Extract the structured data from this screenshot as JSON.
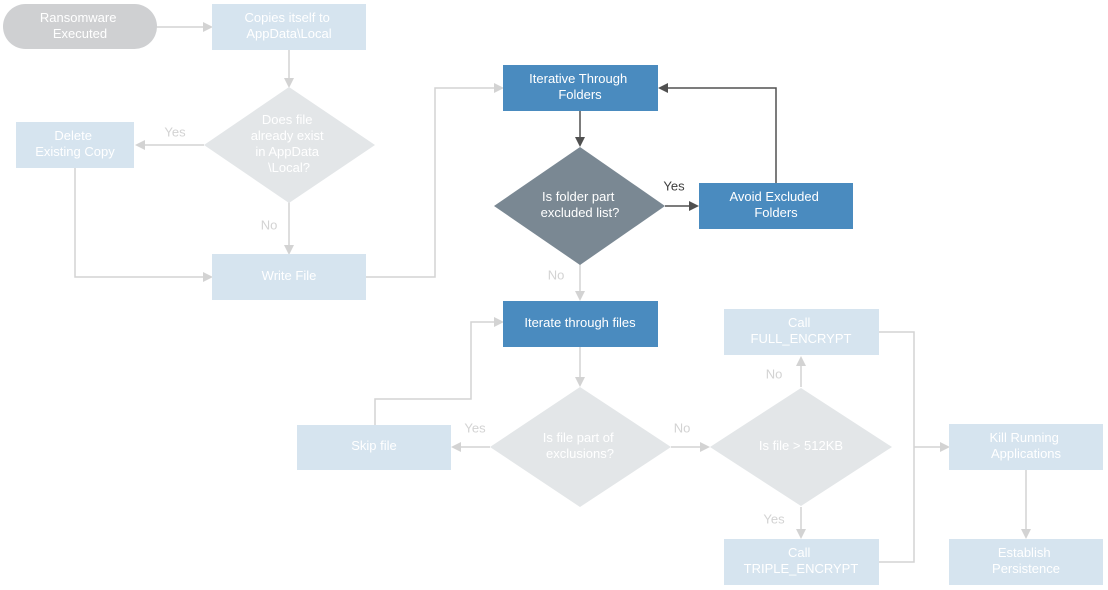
{
  "nodes": {
    "start": {
      "text": [
        "Ransomware",
        "Executed"
      ]
    },
    "copies": {
      "text": [
        "Copies itself to",
        "AppData\\Local"
      ]
    },
    "does_exist": {
      "text": [
        "Does file",
        "already exist",
        "in AppData",
        "\\Local?"
      ]
    },
    "delete": {
      "text": [
        "Delete",
        "Existing Copy"
      ]
    },
    "write": {
      "text": [
        "Write File"
      ]
    },
    "iterate_folders": {
      "text": [
        "Iterative Through",
        "Folders"
      ]
    },
    "is_folder_excluded": {
      "text": [
        "Is folder part",
        "excluded list?"
      ]
    },
    "avoid": {
      "text": [
        "Avoid Excluded",
        "Folders"
      ]
    },
    "iterate_files": {
      "text": [
        "Iterate through files"
      ]
    },
    "is_file_excl": {
      "text": [
        "Is file part of",
        "exclusions?"
      ]
    },
    "skip": {
      "text": [
        "Skip file"
      ]
    },
    "size_check": {
      "text": [
        "Is file > 512KB"
      ]
    },
    "full_encrypt": {
      "text": [
        "Call",
        "FULL_ENCRYPT"
      ]
    },
    "triple_encrypt": {
      "text": [
        "Call",
        "TRIPLE_ENCRYPT"
      ]
    },
    "kill": {
      "text": [
        "Kill Running",
        "Applications"
      ]
    },
    "persist": {
      "text": [
        "Establish",
        "Persistence"
      ]
    }
  },
  "edge_labels": {
    "exist_yes": "Yes",
    "exist_no": "No",
    "folder_yes": "Yes",
    "folder_no": "No",
    "file_yes": "Yes",
    "file_no": "No",
    "size_no": "No",
    "size_yes": "Yes"
  },
  "colors": {
    "faded_box": "#d6e4ef",
    "faded_diamond": "#e3e6e8",
    "faded_pill": "#cfd0d2",
    "faded_line": "#d3d3d3",
    "active_box": "#4a8bbf",
    "active_diamond": "#7a8893",
    "active_line": "#505050",
    "label_light": "#ffffff",
    "label_dark": "#3e3e3e"
  }
}
